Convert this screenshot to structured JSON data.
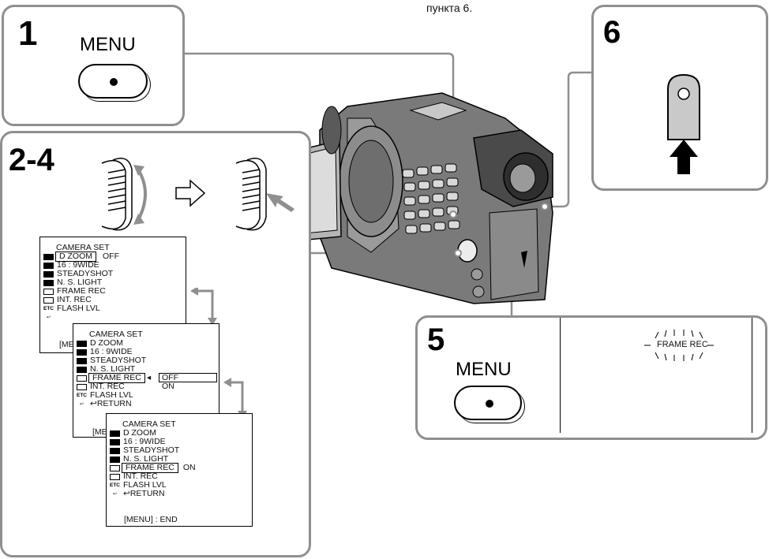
{
  "top_caption": "пункта 6.",
  "step1": {
    "number": "1",
    "button_label": "MENU"
  },
  "step6": {
    "number": "6"
  },
  "step24": {
    "number": "2-4"
  },
  "step5": {
    "number": "5",
    "button_label": "MENU"
  },
  "lcd_display": {
    "text": "FRAME REC"
  },
  "menu_title": "CAMERA SET",
  "menu_items": [
    "D ZOOM",
    "16 : 9WIDE",
    "STEADYSHOT",
    "N. S. LIGHT",
    "FRAME REC",
    "INT. REC",
    "FLASH LVL",
    "RETURN"
  ],
  "etc_label": "ETC",
  "menu_screen1": {
    "selected_value": "OFF",
    "end_label_partial": "[MEI"
  },
  "menu_screen2": {
    "option_off": "OFF",
    "option_on": "ON",
    "return_label": "RETURN",
    "end_label_partial": "[ME"
  },
  "menu_screen3": {
    "value": "ON",
    "return_label": "RETURN",
    "end_label": "[MENU] : END"
  },
  "colors": {
    "panel_border": "#8f8f8f",
    "ink": "#000000",
    "camera_body": "#6a6a6a",
    "camera_dark": "#2e2e2e"
  }
}
